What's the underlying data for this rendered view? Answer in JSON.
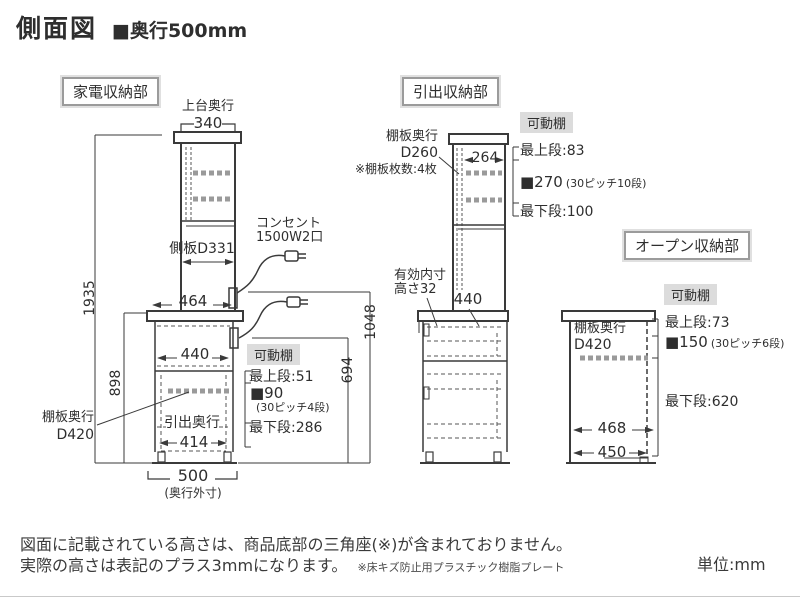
{
  "page": {
    "title": "側面図",
    "depth_note": "■奥行500mm",
    "unit": "単位:mm"
  },
  "footer": {
    "note1": "図面に記載されている高さは、商品底部の三角座(※)が含まれておりません。",
    "note2": "実際の高さは表記のプラス3mmになります。",
    "note2_sub": "※床キズ防止用プラスチック樹脂プレート"
  },
  "appliance": {
    "title": "家電収納部",
    "upper_depth_label": "上台奥行",
    "dims": {
      "upper_depth": "340",
      "side_panel": "側板D331",
      "counter_depth": "464",
      "total_height": "1935",
      "lower_height": "898",
      "upper_open_height": "1048",
      "lower_open_height": "694",
      "inner_width": "440",
      "drawer_depth_label": "引出奥行",
      "drawer_depth": "414",
      "outer_depth": "500",
      "outer_depth_note": "(奥行外寸)"
    },
    "outlet": {
      "line1": "コンセント",
      "line2": "1500W2口"
    },
    "shelf_depth": {
      "line1": "棚板奥行",
      "line2": "D420"
    },
    "movable_shelf": {
      "badge": "可動棚",
      "top": "最上段:51",
      "pitch": "■90",
      "pitch_note": "(30ピッチ4段)",
      "bottom": "最下段:286"
    }
  },
  "drawer": {
    "title": "引出収納部",
    "shelf_depth": {
      "line1": "棚板奥行",
      "line2": "D260"
    },
    "shelf_count": "※棚板枚数:4枚",
    "dims": {
      "inner_width": "264",
      "effective_line1": "有効内寸",
      "effective_line2": "高さ32",
      "top_width": "440"
    },
    "movable_shelf": {
      "badge": "可動棚",
      "top": "最上段:83",
      "pitch": "■270",
      "pitch_note": "(30ピッチ10段)",
      "bottom": "最下段:100"
    }
  },
  "open": {
    "title": "オープン収納部",
    "shelf_depth": {
      "line1": "棚板奥行",
      "line2": "D420"
    },
    "dims": {
      "inner_width": "468",
      "base_width": "450"
    },
    "movable_shelf": {
      "badge": "可動棚",
      "top": "最上段:73",
      "pitch": "■150",
      "pitch_note": "(30ピッチ6段)",
      "bottom": "最下段:620"
    }
  },
  "colors": {
    "line": "#3a3a3a",
    "shelf_gray": "#9a9a9a",
    "badge_bg": "#dcdcdc",
    "box_border": "#9b9b9b"
  }
}
